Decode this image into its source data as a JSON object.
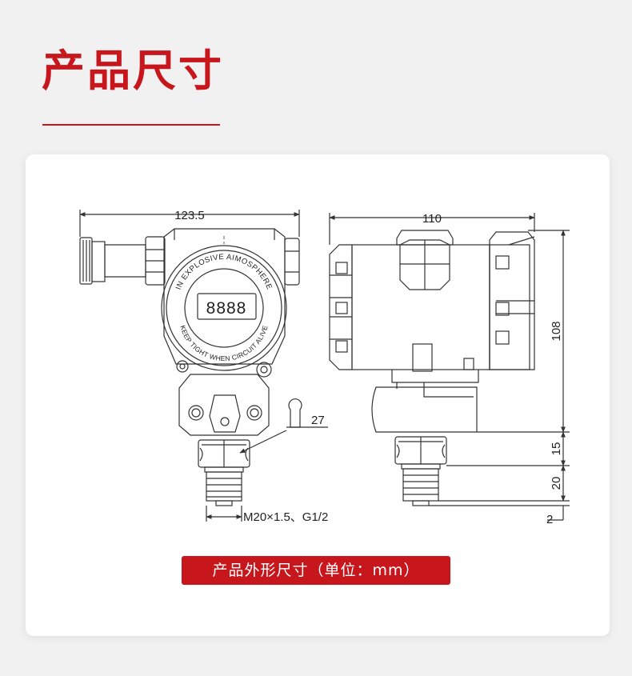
{
  "header": {
    "title": "产品尺寸"
  },
  "drawing": {
    "ring_text_top": "IN EXPLOSIVE AIMOSPHERE",
    "ring_text_bottom": "KEEP TIGHT WHEN CIRCUIT ALIVE",
    "display_digits": "8888",
    "dimensions": {
      "front_width": "123.5",
      "wrench_size": "27",
      "thread": "M20×1.5、G1/2",
      "side_width": "110",
      "body_height": "108",
      "neck_height": "15",
      "thread_length": "20",
      "bottom_gap": "2"
    }
  },
  "caption": {
    "text": "产品外形尺寸（单位：mm）"
  },
  "colors": {
    "accent": "#c8161d",
    "line": "#333333",
    "background": "#f1f1f1",
    "card": "#ffffff"
  }
}
